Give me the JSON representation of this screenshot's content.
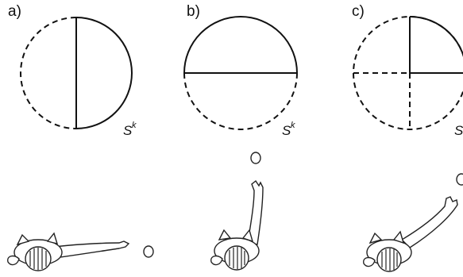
{
  "panels": [
    {
      "label": "a)",
      "set_symbol": "S",
      "set_superscript": "k"
    },
    {
      "label": "b)",
      "set_symbol": "S",
      "set_superscript": "k"
    },
    {
      "label": "c)",
      "set_symbol": "S",
      "set_superscript": ""
    }
  ]
}
